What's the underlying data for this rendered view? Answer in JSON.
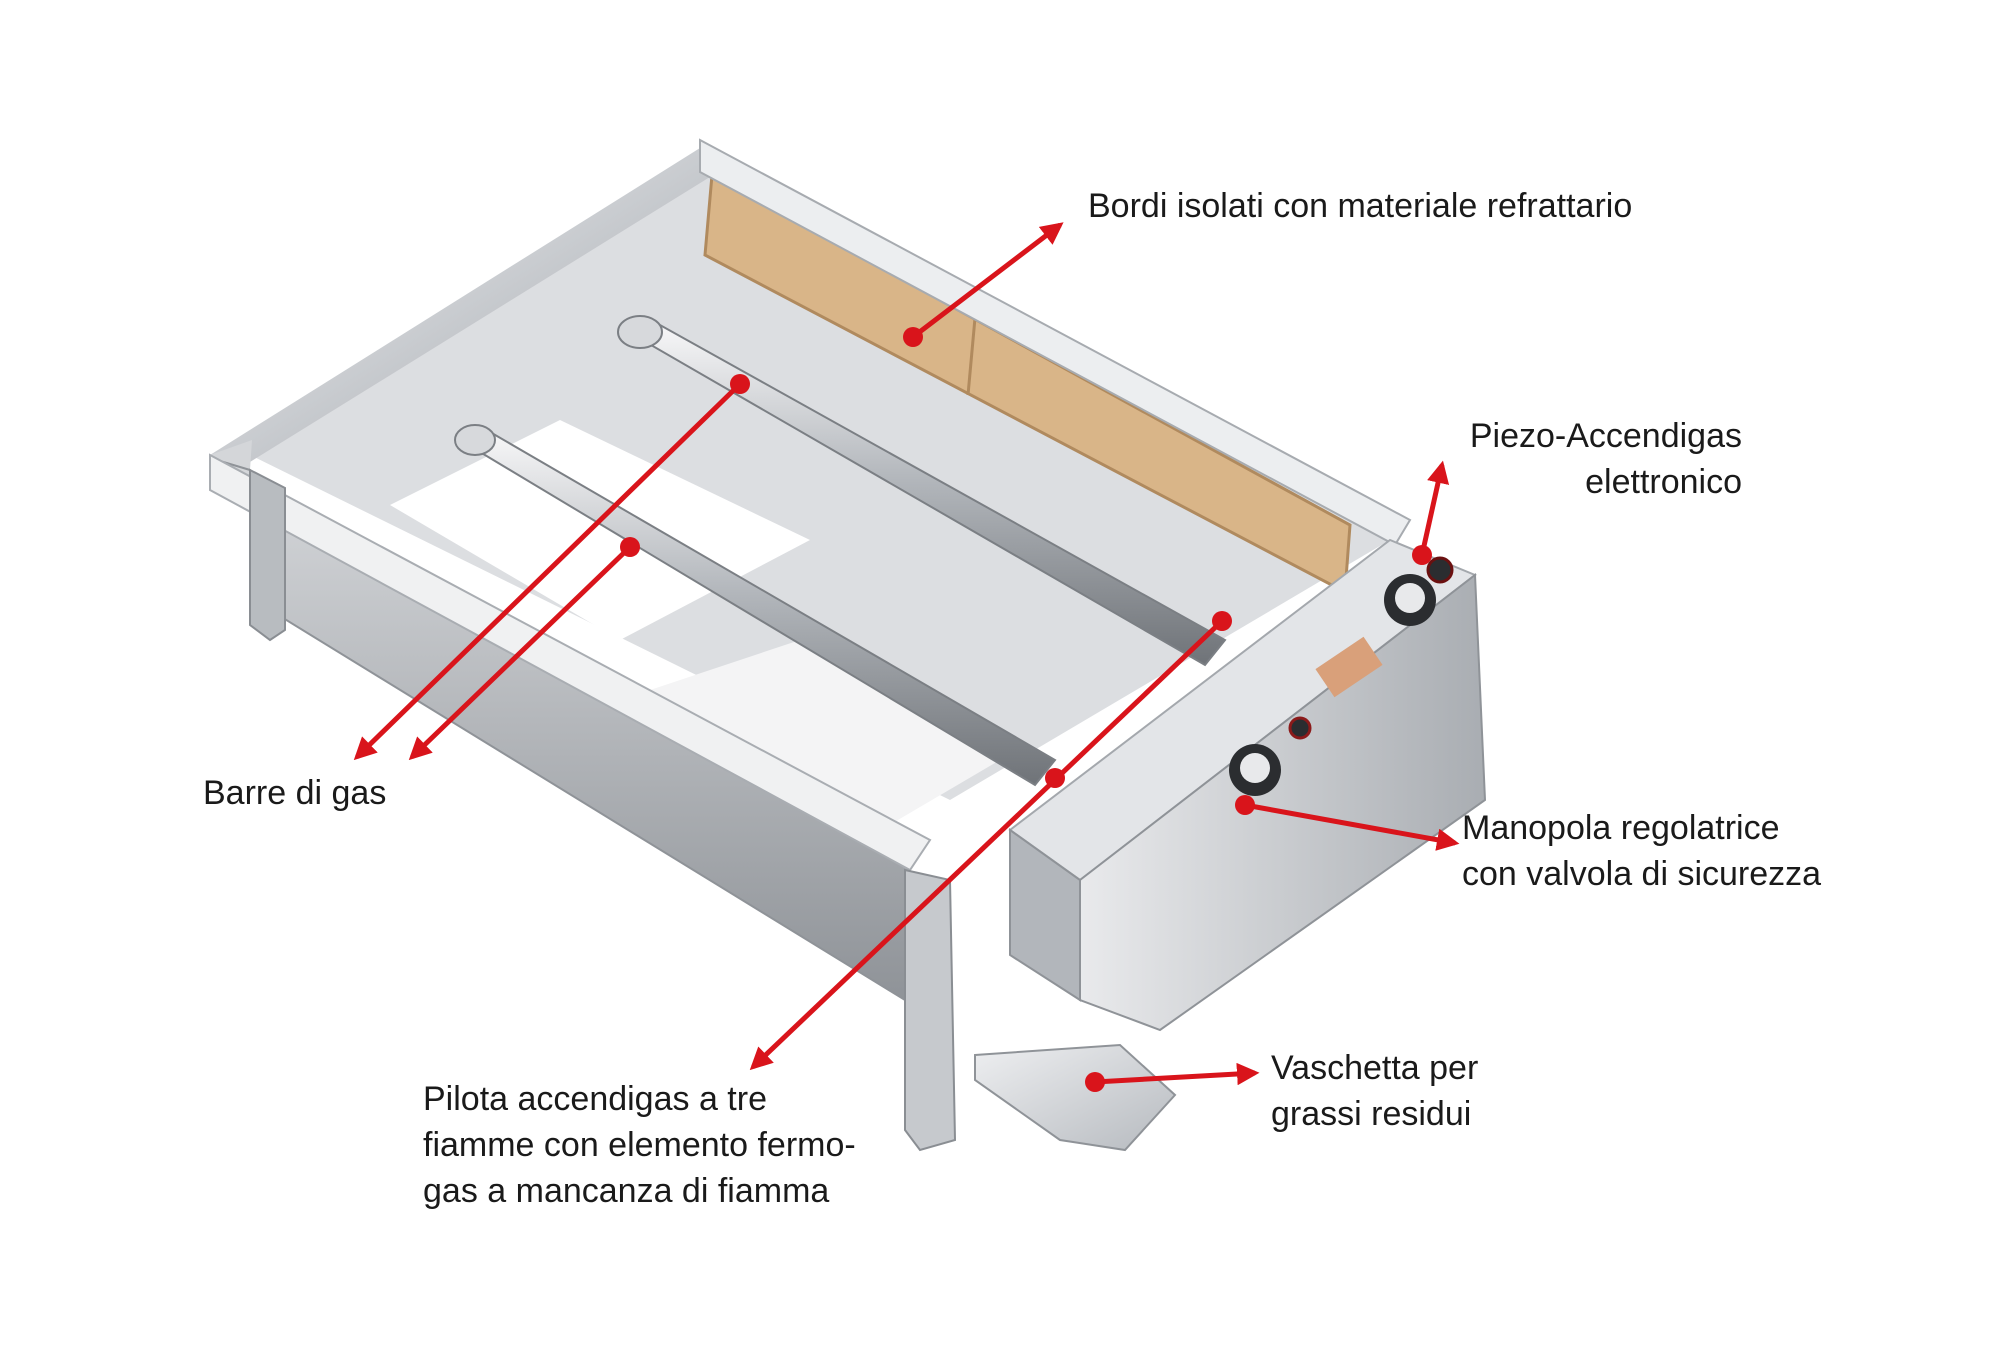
{
  "colors": {
    "arrow": "#d9141b",
    "steel_light": "#e6e7e9",
    "steel_mid": "#c3c6ca",
    "steel_dark": "#8e9297",
    "refractory": "#d9b588",
    "text": "#1a1a1a"
  },
  "callouts": {
    "bordi": {
      "lines": [
        "Bordi isolati con materiale refrattario"
      ]
    },
    "piezo": {
      "lines": [
        "Piezo-Accendigas",
        "elettronico"
      ]
    },
    "barre": {
      "lines": [
        "Barre di gas"
      ]
    },
    "manopola": {
      "lines": [
        "Manopola regolatrice",
        "con valvola di sicurezza"
      ]
    },
    "vaschetta": {
      "lines": [
        "Vaschetta per",
        "grassi residui"
      ]
    },
    "pilota": {
      "lines": [
        "Pilota accendigas a tre",
        "fiamme con elemento fermo-",
        "gas a mancanza di fiamma"
      ]
    }
  }
}
